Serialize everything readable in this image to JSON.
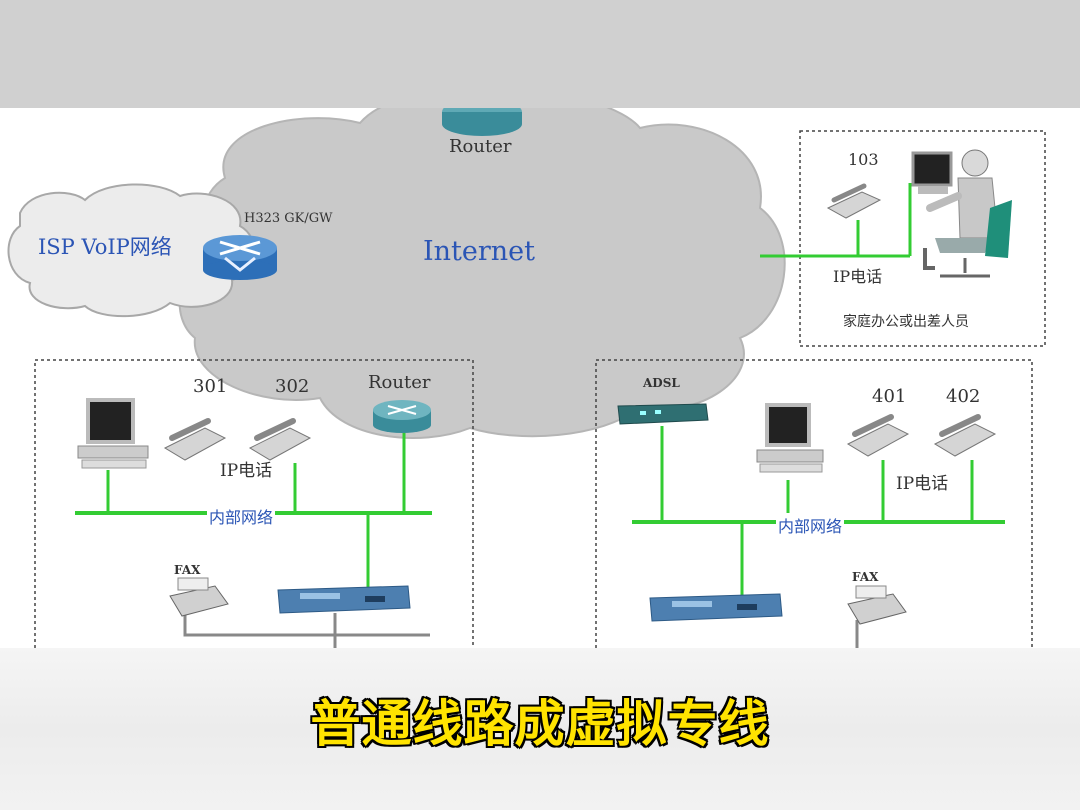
{
  "diagram": {
    "cloud_internet": "Internet",
    "cloud_isp": "ISP VoIP网络",
    "router_top": "Router",
    "gk_gw": "H323 GK/GW",
    "remote": {
      "phone": "103",
      "ip_phone": "IP电话",
      "caption": "家庭办公或出差人员"
    },
    "left_office": {
      "phone_a": "301",
      "phone_b": "302",
      "router": "Router",
      "ip_phone": "IP电话",
      "lan": "内部网络",
      "fax": "FAX"
    },
    "right_office": {
      "adsl": "ADSL",
      "phone_a": "401",
      "phone_b": "402",
      "ip_phone": "IP电话",
      "lan": "内部网络",
      "fax": "FAX"
    }
  },
  "subtitle": "普通线路成虚拟专线",
  "colors": {
    "cloud_fill": "#c9c9c9",
    "line_green": "#33cc33",
    "router_teal": "#3a8c9a",
    "gk_blue": "#3b79c4",
    "subtitle": "#ffe300"
  }
}
